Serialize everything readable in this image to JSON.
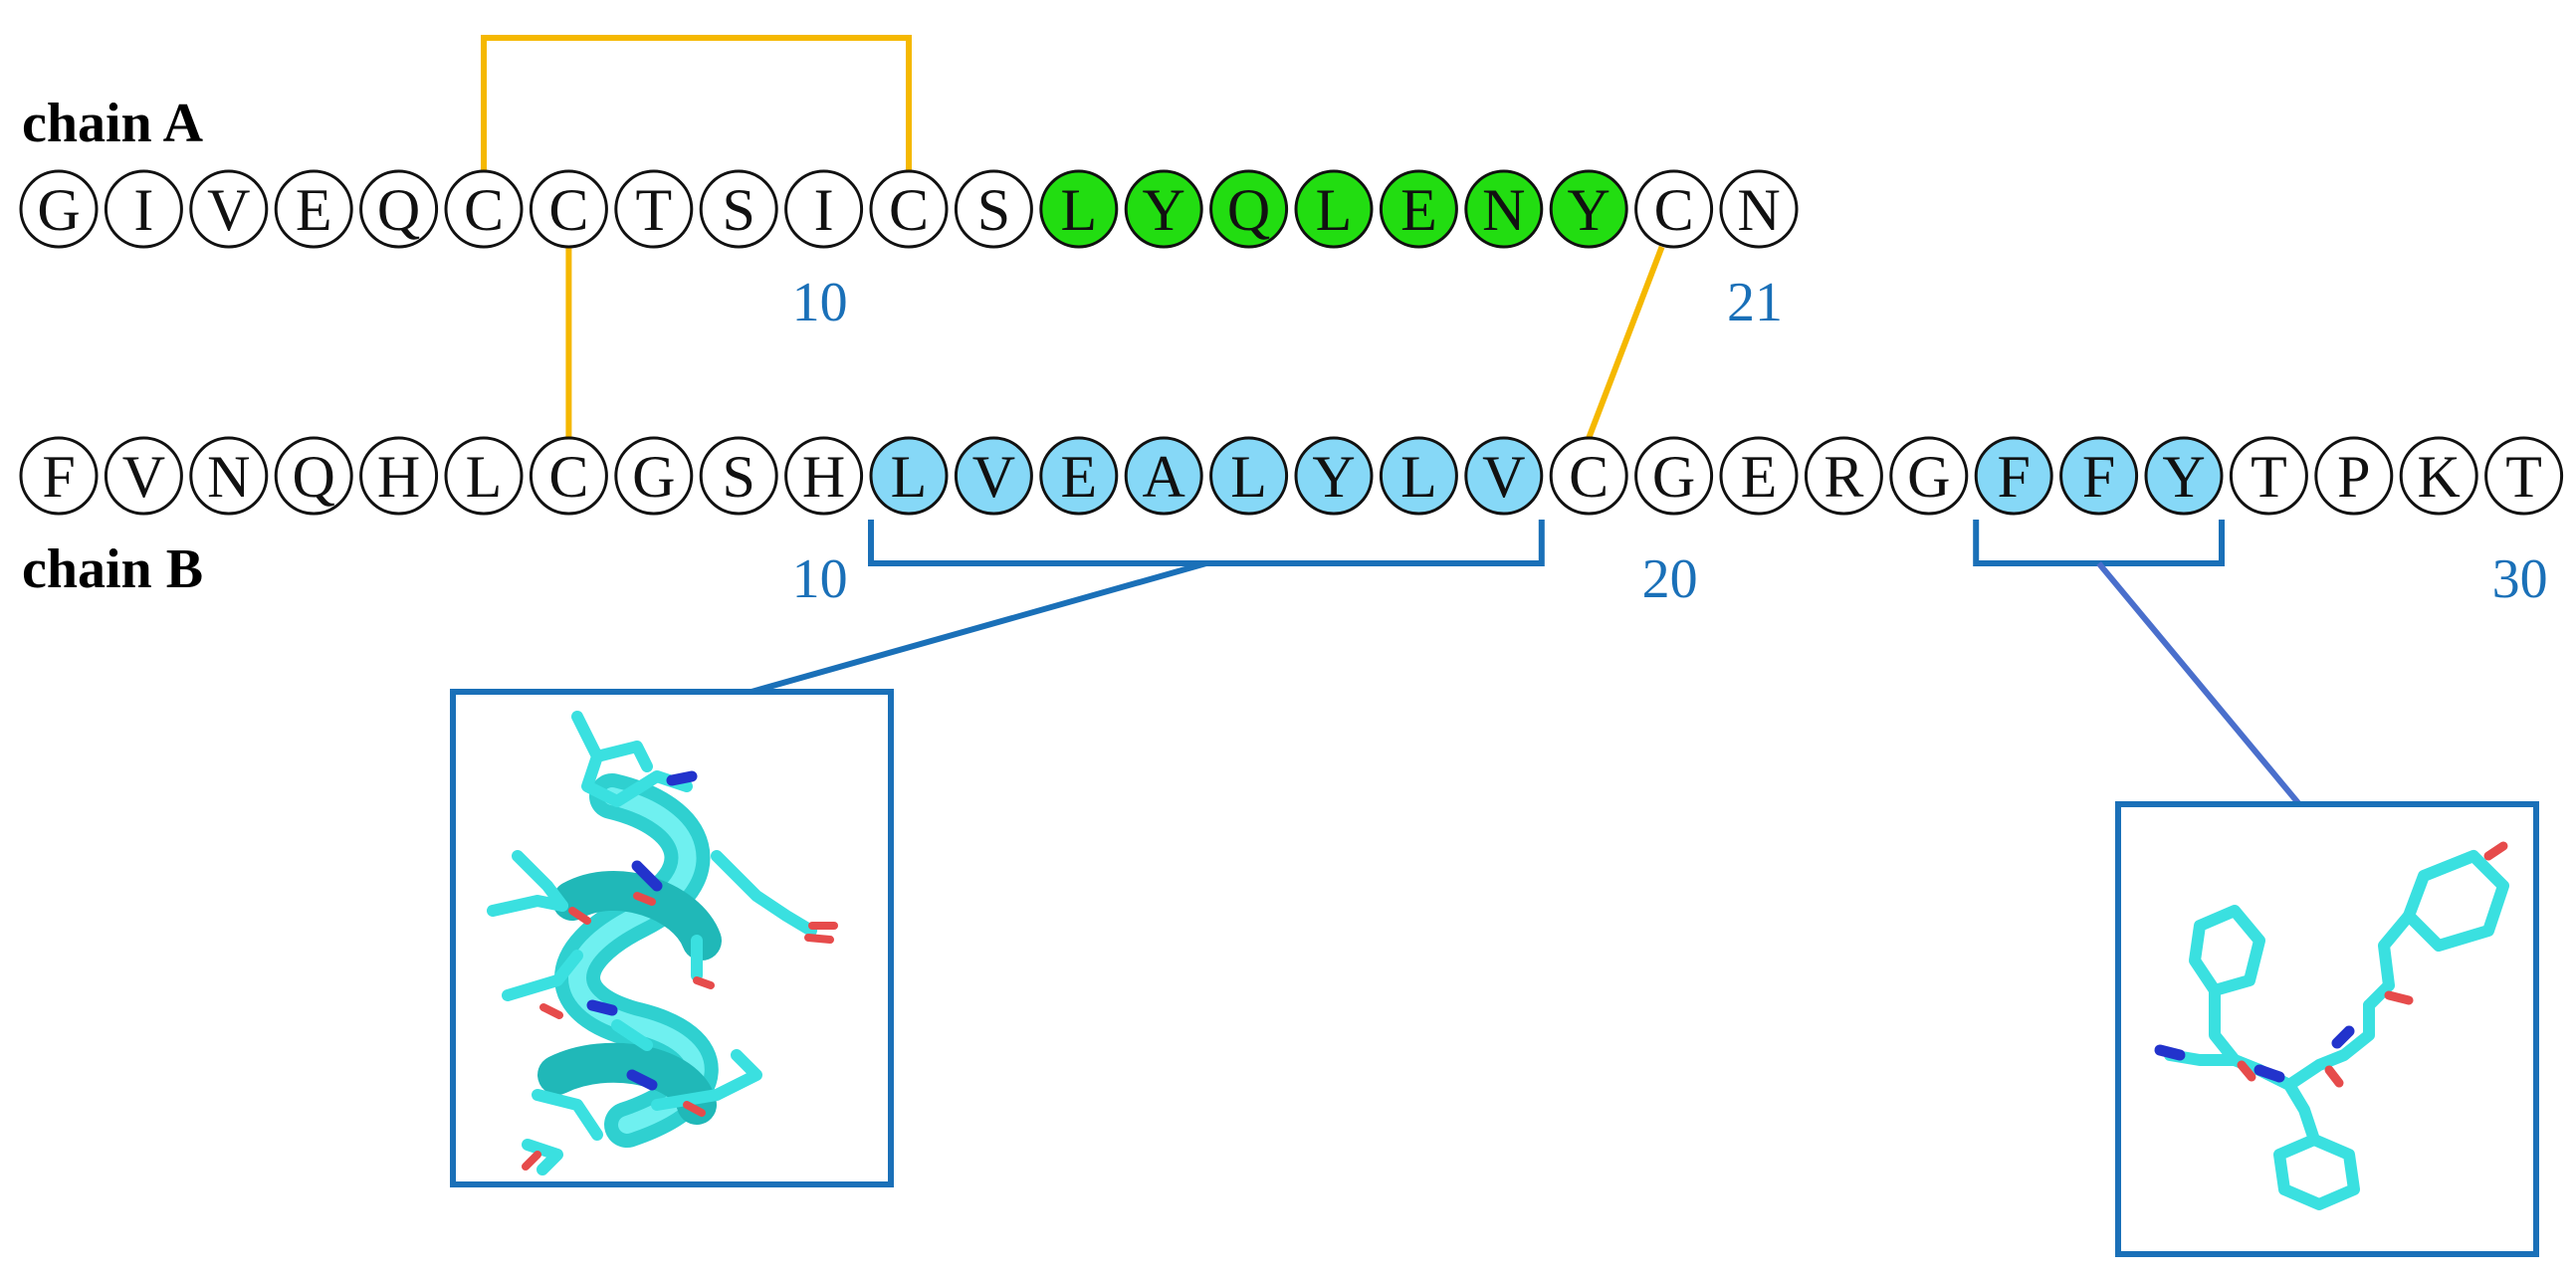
{
  "colors": {
    "accent_blue": "#1a70b8",
    "disulfide": "#f5b800",
    "chain_a_highlight": "#22dd11",
    "chain_b_highlight": "#86d8f7",
    "residue_outline": "#111111",
    "stick_cyan": "#3ae0e0",
    "stick_nitrogen": "#2233cc",
    "stick_oxygen": "#e64b4b"
  },
  "chain_a": {
    "label": "chain A",
    "residues": [
      "G",
      "I",
      "V",
      "E",
      "Q",
      "C",
      "C",
      "T",
      "S",
      "I",
      "C",
      "S",
      "L",
      "Y",
      "Q",
      "L",
      "E",
      "N",
      "Y",
      "C",
      "N"
    ],
    "highlighted_positions": [
      13,
      14,
      15,
      16,
      17,
      18,
      19
    ],
    "numbers": [
      {
        "text": "10",
        "position": 10
      },
      {
        "text": "21",
        "position": 21
      }
    ]
  },
  "chain_b": {
    "label": "chain B",
    "residues": [
      "F",
      "V",
      "N",
      "Q",
      "H",
      "L",
      "C",
      "G",
      "S",
      "H",
      "L",
      "V",
      "E",
      "A",
      "L",
      "Y",
      "L",
      "V",
      "C",
      "G",
      "E",
      "R",
      "G",
      "F",
      "F",
      "Y",
      "T",
      "P",
      "K",
      "T"
    ],
    "highlighted_positions": [
      11,
      12,
      13,
      14,
      15,
      16,
      17,
      18,
      24,
      25,
      26
    ],
    "numbers": [
      {
        "text": "10",
        "position": 10
      },
      {
        "text": "20",
        "position": 20
      },
      {
        "text": "30",
        "position": 30
      }
    ]
  },
  "disulfide_bonds": [
    {
      "from": "A6",
      "to": "A11",
      "type": "intra-chain"
    },
    {
      "from": "A7",
      "to": "B7",
      "type": "inter-chain"
    },
    {
      "from": "A20",
      "to": "B19",
      "type": "inter-chain"
    }
  ],
  "insets": [
    {
      "segment_start": 11,
      "segment_end": 18,
      "structure": "helix-stick-icon"
    },
    {
      "segment_start": 24,
      "segment_end": 26,
      "structure": "tripeptide-stick-icon"
    }
  ]
}
